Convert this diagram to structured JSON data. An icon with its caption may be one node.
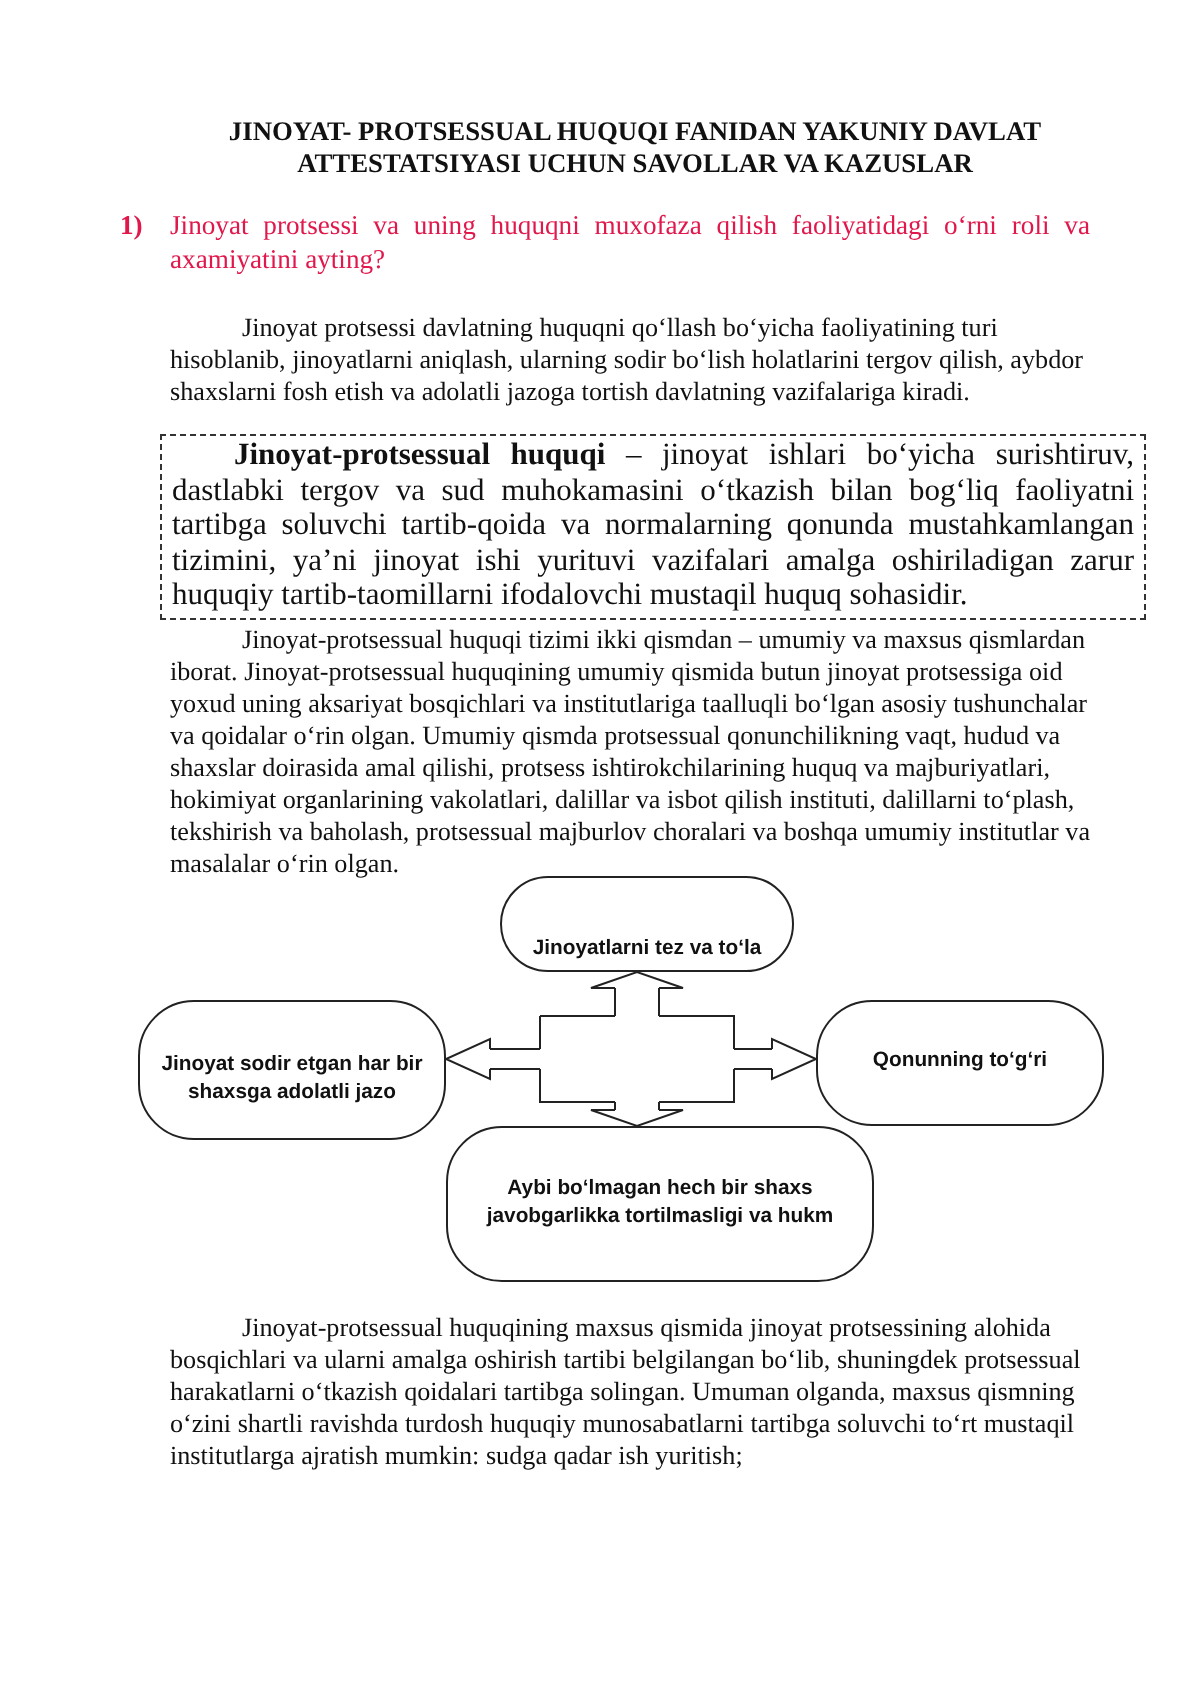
{
  "diagram": {
    "title": "JINOYAT- PROTSESSUAL HUQUQI FANIDAN YAKUNIY DAVLAT ATTESTATSIYASI UCHUN SAVOLLAR  VA KAZUSLAR",
    "nodes": [
      {
        "text": [
          "**Jinoyat-protsessual huquqi** – jinoyat ishlari bo‘yicha surishtiruv, dastlabki tergov va sud muhokamasini o‘tkazish bilan bog‘liq faoliyatni tartibga soluvchi tartib-qoida va normalarning qonunda mustahkamlangan tizimini, ya’ni jinoyat ishi yurituvi vazifalari amalga oshiriladigan zarur huquqiy tartib-taomillarni ifodalovchi mustaqil huquq sohasidir."
        ]
      },
      {
        "text": [
          "Jinoyatlarni tez va to‘la"
        ]
      },
      {
        "text": [
          "Jinoyat sodir etgan har bir shaxsga adolatli jazo"
        ]
      },
      {
        "text": [],
        "shape": "cross"
      },
      {
        "text": [
          "Qonunning to‘g‘ri"
        ]
      },
      {
        "text": [
          "Aybi bo‘lmagan hech bir shaxs javobgarlikka tortilmasligi va hukm"
        ]
      }
    ],
    "edges": [
      {
        "from": 3,
        "to": 1,
        "arrow": "to"
      },
      {
        "from": 3,
        "to": 2,
        "arrow": "to"
      },
      {
        "from": 3,
        "to": 4,
        "arrow": "to"
      },
      {
        "from": 3,
        "to": 5,
        "arrow": "to"
      }
    ],
    "labels": [
      "1)",
      "Jinoyat  protsessi va uning huquqni muxofaza qilish faoliyatidagi o‘rni roli va axamiyatini ayting?",
      "Jinoyat protsessi davlatning huquqni qo‘llash bo‘yicha faoliyatining turi hisoblanib, jinoyatlarni aniqlash, ularning sodir bo‘lish holatlarini tergov qilish, aybdor shaxslarni fosh etish va adolatli jazoga tortish davlatning vazifalariga kiradi.",
      "Jinoyat-protsessual huquqi tizimi ikki qismdan – umumiy va maxsus qismlardan iborat. Jinoyat-protsessual huquqining umumiy qismida butun jinoyat protsessiga oid yoxud uning aksariyat bosqichlari va institutlariga taalluqli bo‘lgan asosiy tushunchalar va qoidalar o‘rin olgan. Umumiy qismda protsessual qonunchilikning vaqt, hudud va shaxslar doirasida amal qilishi, protsess ishtirokchilarining huquq va majburiyatlari, hokimiyat organlarining vakolatlari, dalillar va isbot qilish instituti, dalillarni to‘plash, tekshirish va baholash, protsessual majburlov choralari va boshqa umumiy institutlar va masalalar o‘rin olgan.",
      "Jinoyat-protsessual huquqining maxsus qismida jinoyat protsessining alohida bosqichlari va ularni amalga oshirish tartibi belgilangan bo‘lib, shuningdek protsessual harakatlarni o‘tkazish qoidalari tartibga solingan. Umuman olganda, maxsus qismning o‘zini shartli ravishda turdosh huquqiy munosabatlarni tartibga soluvchi to‘rt mustaqil institutlarga ajratish mumkin: sudga qadar ish yuritish;"
    ]
  }
}
